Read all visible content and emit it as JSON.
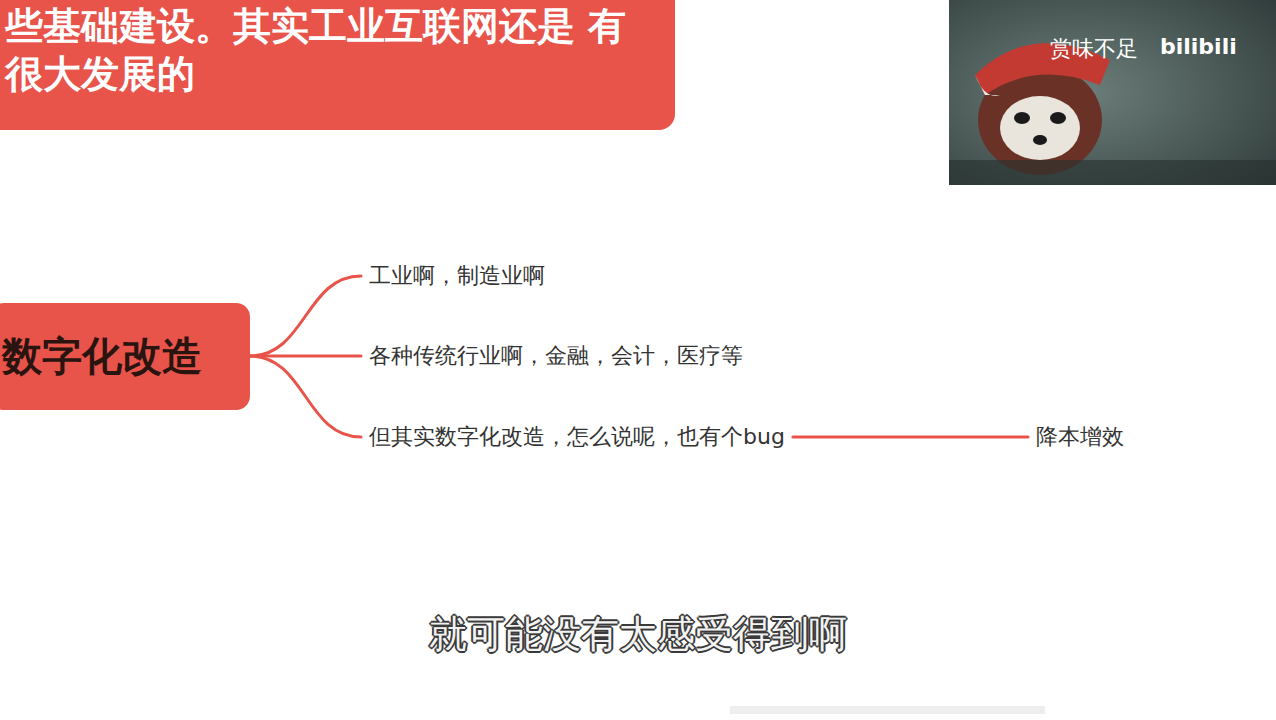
{
  "diagram": {
    "title": "些基础建设。其实工业互联网还是 有很大发展的",
    "caption": "就可能没有太感受得到啊",
    "nodes": [
      {
        "text": [
          "数字化改造"
        ]
      },
      {
        "text": [
          "工业啊，制造业啊"
        ]
      },
      {
        "text": [
          "各种传统行业啊，金融，会计，医疗等"
        ]
      },
      {
        "text": [
          "但其实数字化改造，怎么说呢，也有个bug"
        ]
      },
      {
        "text": [
          "降本增效"
        ]
      }
    ],
    "edges": [
      {
        "from": 0,
        "to": 1,
        "arrow": "none"
      },
      {
        "from": 0,
        "to": 2,
        "arrow": "none"
      },
      {
        "from": 0,
        "to": 3,
        "arrow": "none"
      },
      {
        "from": 3,
        "to": 4,
        "arrow": "none"
      }
    ],
    "labels": [
      "赏味不足",
      "bilibili"
    ]
  }
}
